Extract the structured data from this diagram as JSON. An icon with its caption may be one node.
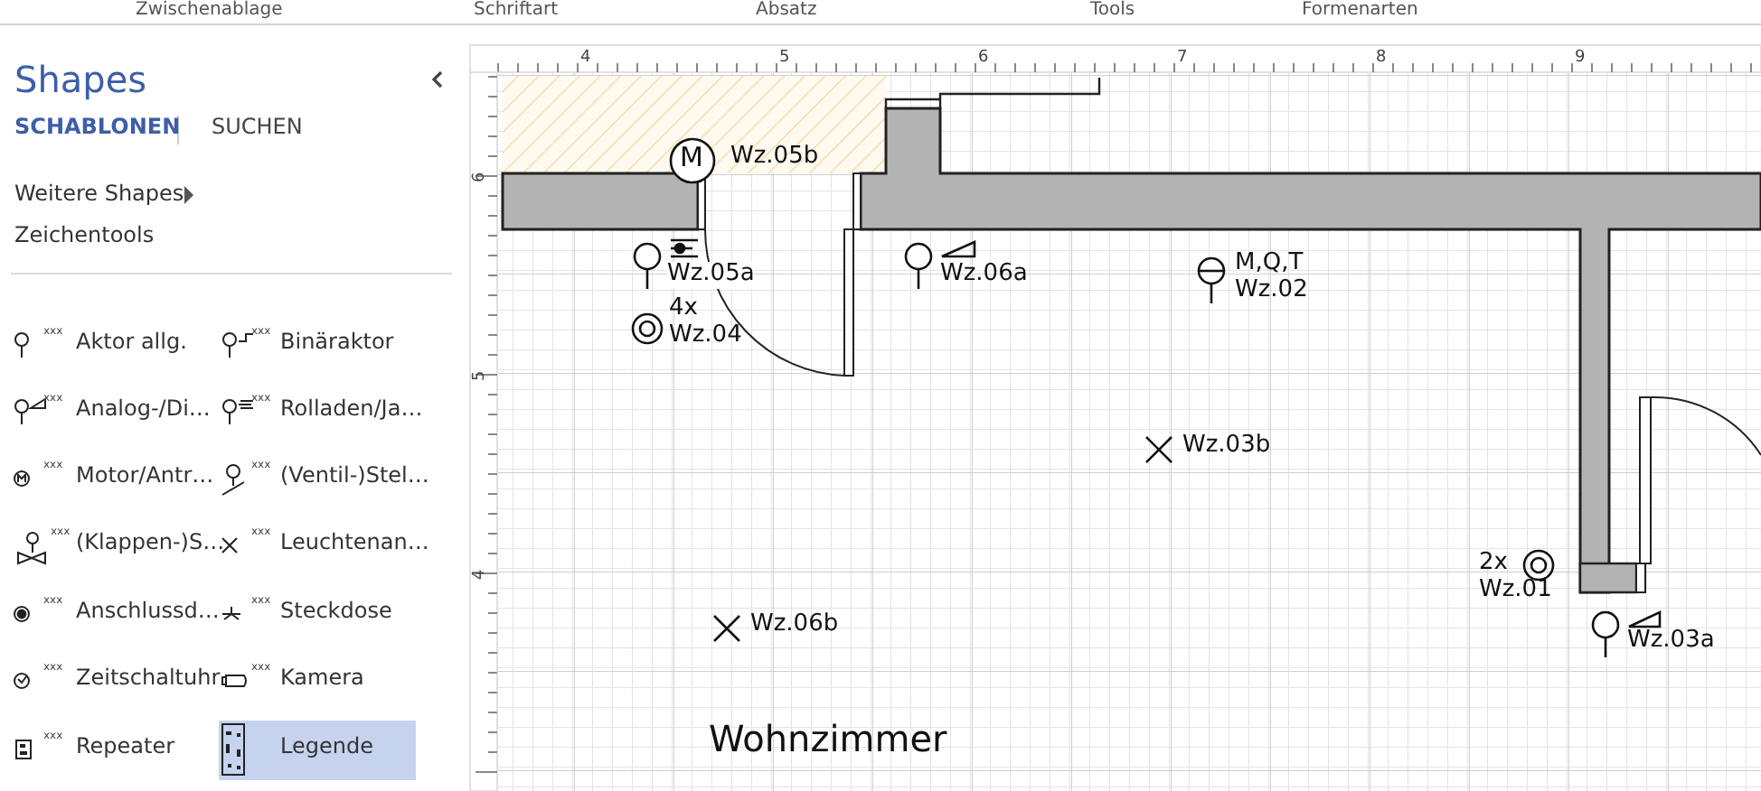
{
  "diagram": {
    "labels": [
      "Zwischenablage",
      "Schriftart",
      "Absatz",
      "Tools",
      "Formenarten",
      "Shapes",
      "SCHABLONEN",
      "SUCHEN",
      "Weitere Shapes",
      "Zeichentools",
      "xxx",
      "Aktor allg.",
      "xxx",
      "Binäraktor",
      "xxx",
      "Analog-/Di…",
      "xxx",
      "Rolladen/Ja…",
      "xxx",
      "Motor/Antr…",
      "xxx",
      "(Ventil-)Stel…",
      "xxx",
      "(Klappen-)S…",
      "xxx",
      "Leuchtenan…",
      "xxx",
      "Anschlussd…",
      "xxx",
      "Steckdose",
      "xxx",
      "Zeitschaltuhr",
      "xxx",
      "Kamera",
      "xxx",
      "Repeater",
      "Legende",
      "4",
      "5",
      "6",
      "7",
      "8",
      "9",
      "6",
      "5",
      "4",
      "M",
      "Wz.05b",
      "Wz.05a",
      "4x Wz.04",
      "Wz.06a",
      "M,Q,T Wz.02",
      "Wz.03b",
      "2x Wz.01",
      "Wz.03a",
      "Wz.06b",
      "Wohnzimmer"
    ]
  }
}
